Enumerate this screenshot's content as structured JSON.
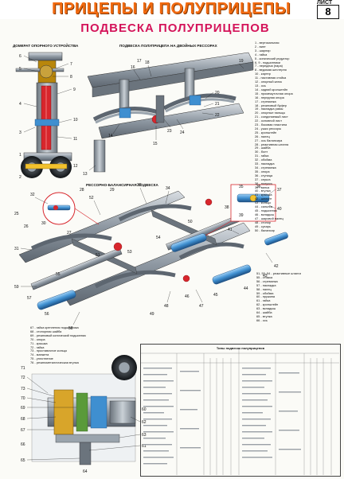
{
  "header": {
    "title": "ПРИЦЕПЫ И ПОЛУПРИЦЕПЫ",
    "sheet_label": "ЛИСТ",
    "sheet_number": "8"
  },
  "subtitle": "ПОДВЕСКА ПОЛУПРИЦЕПОВ",
  "captions": {
    "support": "ДОМКРАТ ОПОРНОГО УСТРОЙСТВА",
    "tandem": "ПОДВЕСКА ПОЛУПРИЦЕПА НА ДВОЙНЫХ РЕССОРАХ",
    "balancer": "РЕССОРНО-БАЛАНСИРНАЯ ПОДВЕСКА"
  },
  "legend_main": [
    "1 - вертикальная",
    "2 - винт",
    "3 - шарнир",
    "4 - гайка",
    "5 - конический редуктор",
    "6, 9 - подшипники",
    "7 - передача (пара)",
    "8 - ведомая шестерня",
    "10 - картер",
    "11 - наставная стойка",
    "12 - опорный каток",
    "13 - ось",
    "14 - задний кронштейн",
    "15 - промежуточная опора",
    "16 - передняя опора",
    "17 - стремянка",
    "18 - резиновый буфер",
    "19 - накладка рамы",
    "20 - опорные пальцы",
    "21 - соединяемый лист",
    "22 - основной лист",
    "23 - боковая пластина",
    "24 - ушко рессоры",
    "25 - кронштейн",
    "26 - палец",
    "27 - ось балансира",
    "28 - реактивная штанга",
    "29 - шайба",
    "30 - болт",
    "31 - гайка",
    "32 - обойма",
    "33 - накладка",
    "34 - стремянка",
    "35 - опора",
    "36 - ступица",
    "37 - серьга",
    "38 - полуось",
    "39 - вилка",
    "40 - втулка",
    "41 - крышка",
    "42 - шплинт",
    "43 - кольцо",
    "44 - сальник",
    "45 - подшипник",
    "46 - вкладыш",
    "47 - шаровой палец",
    "48 - стопор",
    "49 - сухарь",
    "50 - балансир"
  ],
  "legend_lower": [
    "51, 53, 54 - реактивные штанги",
    "55 - стяжка",
    "56 - стремянка",
    "57 - накладка",
    "58 - палец",
    "59 - обойма",
    "60 - пружина",
    "61 - гайка",
    "62 - кронштейн",
    "63 - вкладыш",
    "64 - шайба",
    "65 - втулка",
    "66 - ось"
  ],
  "legend_bottom": [
    "67 - гайка крепления подшипника",
    "68 - стопорная шайба",
    "69 - резиновый конический подшипник",
    "70 - опора",
    "71 - крышка",
    "72 - гайка",
    "73 - проставочное кольцо",
    "74 - манжета",
    "75 - уплотнение",
    "76 - резинометаллическая втулка"
  ],
  "table": {
    "title": "Типы подвесок полуприцепов"
  },
  "callouts": {
    "c1": "1",
    "c2": "2",
    "c3": "3",
    "c4": "4",
    "c5": "5",
    "c6": "6",
    "c7": "7",
    "c8": "8",
    "c9": "9",
    "c10": "10",
    "c11": "11",
    "c12": "12",
    "c13": "13",
    "c14": "14",
    "c15": "15",
    "c16": "16",
    "c17": "17",
    "c18": "18",
    "c19": "19",
    "c20": "20",
    "c21": "21",
    "c22": "22",
    "c23": "23",
    "c24": "24",
    "c25": "25",
    "c26": "26",
    "c27": "27",
    "c28": "28",
    "c29": "29",
    "c30": "30",
    "c31": "31",
    "c32": "32",
    "c33": "33",
    "c34": "34",
    "c35": "35",
    "c36": "36",
    "c37": "37",
    "c38": "38",
    "c39": "39",
    "c40": "40",
    "c41": "41",
    "c42": "42",
    "c43": "43",
    "c44": "44",
    "c45": "45",
    "c46": "46",
    "c47": "47",
    "c48": "48",
    "c49": "49",
    "c50": "50",
    "c51": "51",
    "c52": "52",
    "c53": "53",
    "c54": "54",
    "c55": "55",
    "c56": "56",
    "c57": "57",
    "c58": "58",
    "c59": "59",
    "c60": "60",
    "c61": "61",
    "c62": "62",
    "c63": "63",
    "c64": "64",
    "c65": "65",
    "c66": "66",
    "c67": "67",
    "c68": "68",
    "c69": "69",
    "c70": "70",
    "c71": "71",
    "c72": "72",
    "c73": "73"
  },
  "colors": {
    "title": "#f26a10",
    "subtitle": "#d4145a",
    "metal": "#9aa4ad",
    "blue_part": "#3f8fd0",
    "red_part": "#d8262c",
    "yellow_part": "#f2c12e"
  }
}
